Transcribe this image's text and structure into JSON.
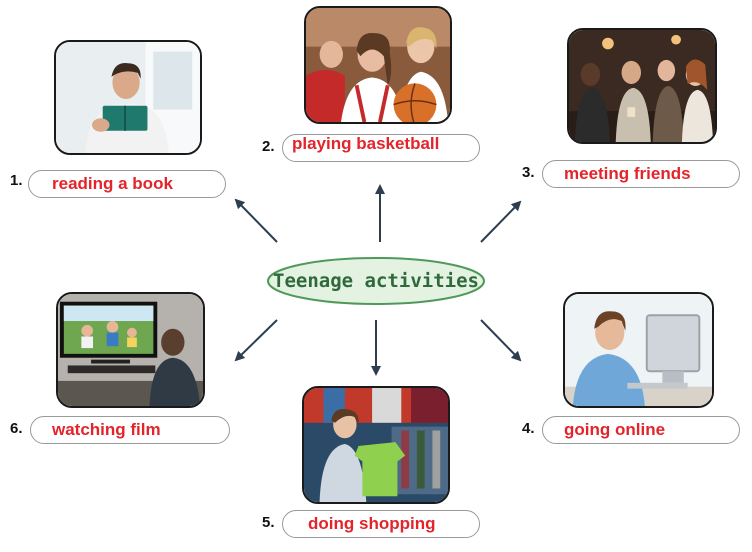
{
  "center": {
    "label": "Teenage activities"
  },
  "activities": [
    {
      "number": "1.",
      "label": "reading a book",
      "image": "man-reading-book-photo"
    },
    {
      "number": "2.",
      "label": "playing basketball",
      "image": "girls-basketball-photo"
    },
    {
      "number": "3.",
      "label": "meeting friends",
      "image": "friends-cafe-photo"
    },
    {
      "number": "4.",
      "label": "going online",
      "image": "boy-computer-photo"
    },
    {
      "number": "5.",
      "label": "doing shopping",
      "image": "boy-shopping-clothes-photo"
    },
    {
      "number": "6.",
      "label": "watching film",
      "image": "family-tv-photo"
    }
  ],
  "colors": {
    "label_text": "#e3242b",
    "center_fill": "#e4f2e1",
    "center_border": "#4f9a5a",
    "arrow": "#2c3e50"
  }
}
